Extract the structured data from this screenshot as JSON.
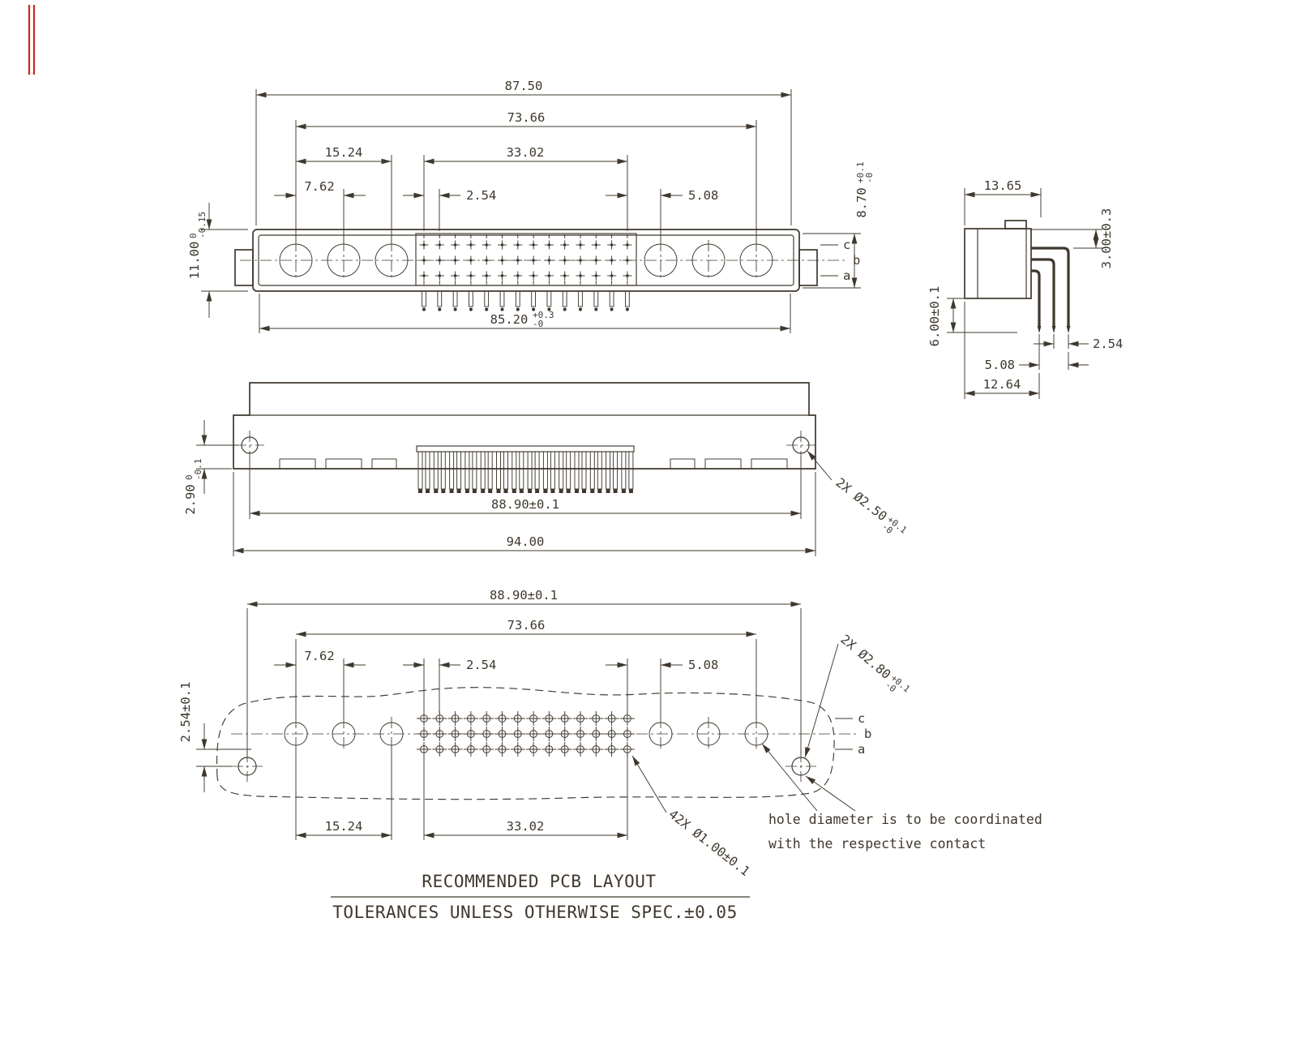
{
  "front": {
    "dim_overall_width": "87.50",
    "dim_contact_span": "73.66",
    "dim_left_pitch": "15.24",
    "dim_center_span": "33.02",
    "dim_7_62": "7.62",
    "dim_2_54": "2.54",
    "dim_5_08": "5.08",
    "dim_opening_height": {
      "value": "8.70",
      "tol_high": "+0.1",
      "tol_low": "-0"
    },
    "dim_body_height": {
      "value": "11.00",
      "tol_high": "0",
      "tol_low": "-0.15"
    },
    "dim_pin_span": {
      "value": "85.20",
      "tol_high": "+0.3",
      "tol_low": "-0"
    },
    "rows": {
      "c": "c",
      "b": "b",
      "a": "a"
    }
  },
  "side": {
    "dim_width": "13.65",
    "dim_pin_drop": "3.00±0.3",
    "dim_body_height": "6.00±0.1",
    "dim_5_08": "5.08",
    "dim_2_54": "2.54",
    "dim_12_64": "12.64"
  },
  "top": {
    "dim_edge": {
      "value": "2.90",
      "tol_high": "0",
      "tol_low": "-0.1"
    },
    "dim_hole_span": "88.90±0.1",
    "dim_overall_length": "94.00",
    "mount_hole_callout": {
      "value": "2X Ø2.50",
      "tol_high": "+0.1",
      "tol_low": "-0"
    }
  },
  "pcb": {
    "dim_hole_span": "88.90±0.1",
    "dim_contact_span": "73.66",
    "dim_7_62": "7.62",
    "dim_2_54": "2.54",
    "dim_5_08": "5.08",
    "dim_row_offset": "2.54±0.1",
    "dim_15_24": "15.24",
    "dim_33_02": "33.02",
    "mount_hole_callout": {
      "value": "2X Ø2.80",
      "tol_high": "+0.1",
      "tol_low": "-0"
    },
    "pin_hole_callout": "42X Ø1.00±0.1",
    "rows": {
      "c": "c",
      "b": "b",
      "a": "a"
    },
    "note_line1": "hole diameter is to be coordinated",
    "note_line2": "with the respective contact"
  },
  "footer": {
    "title": "RECOMMENDED PCB LAYOUT",
    "tolerance_note": "TOLERANCES UNLESS OTHERWISE SPEC.±0.05"
  }
}
